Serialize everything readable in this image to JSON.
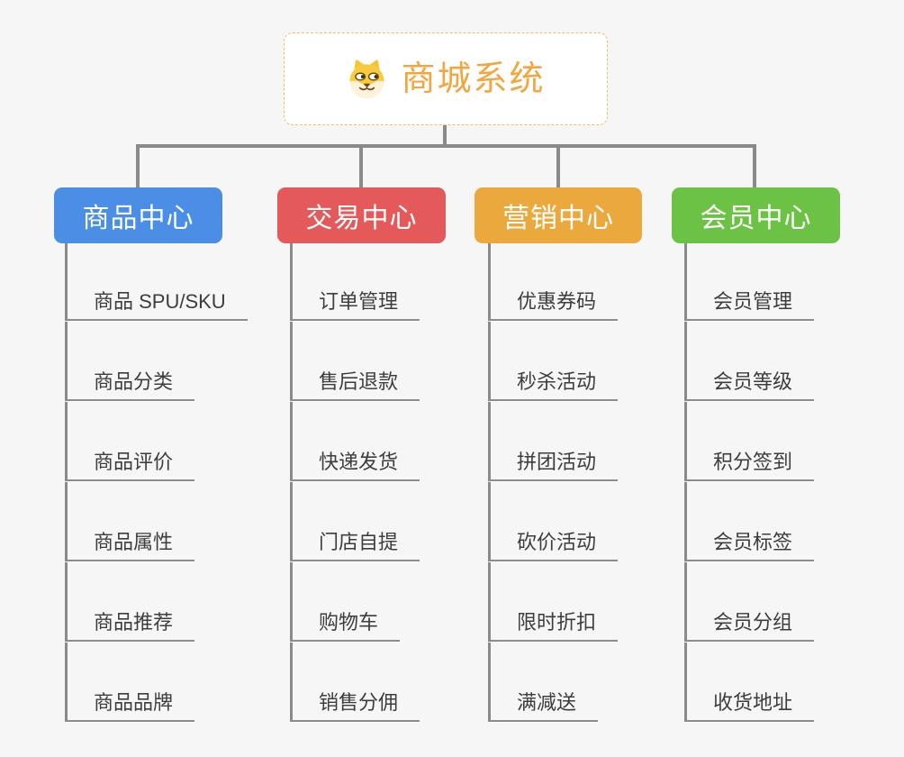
{
  "canvas": {
    "background": "#f6f6f6",
    "line_color": "#8a8a8a",
    "underline_color": "#8c8c8c"
  },
  "root": {
    "title": "商城系统",
    "icon": "dog-face-icon",
    "text_color": "#f2a63f",
    "border_color": "#f2bc66",
    "background": "#ffffff"
  },
  "branches": [
    {
      "label": "商品中心",
      "color": "#4a8ee6",
      "items": [
        "商品 SPU/SKU",
        "商品分类",
        "商品评价",
        "商品属性",
        "商品推荐",
        "商品品牌"
      ]
    },
    {
      "label": "交易中心",
      "color": "#e45a5a",
      "items": [
        "订单管理",
        "售后退款",
        "快递发货",
        "门店自提",
        "购物车",
        "销售分佣"
      ]
    },
    {
      "label": "营销中心",
      "color": "#eba93d",
      "items": [
        "优惠券码",
        "秒杀活动",
        "拼团活动",
        "砍价活动",
        "限时折扣",
        "满减送"
      ]
    },
    {
      "label": "会员中心",
      "color": "#6cc244",
      "items": [
        "会员管理",
        "会员等级",
        "积分签到",
        "会员标签",
        "会员分组",
        "收货地址"
      ]
    }
  ]
}
